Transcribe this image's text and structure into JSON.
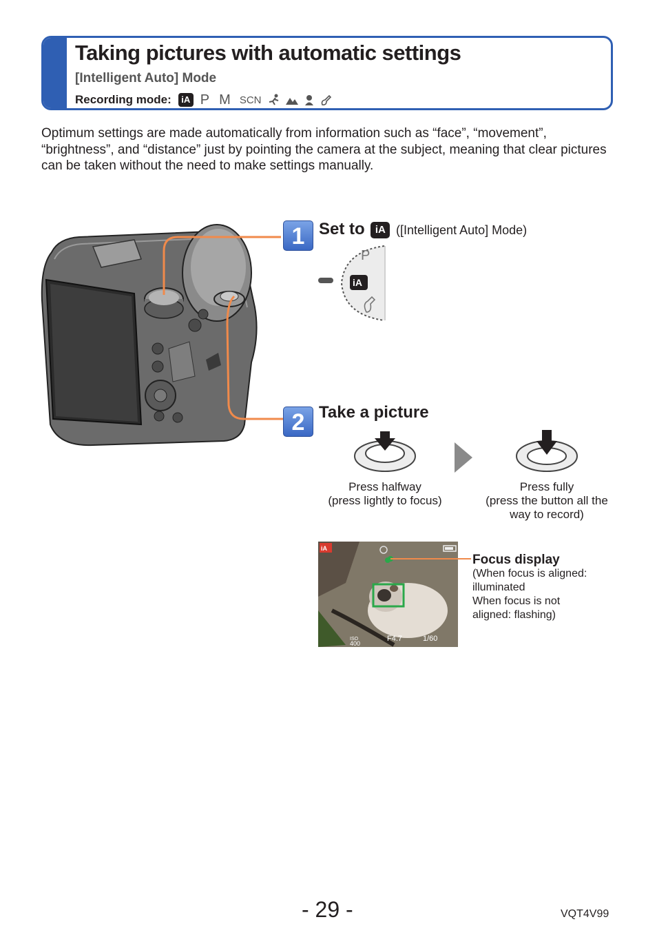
{
  "header": {
    "title": "Taking pictures with automatic settings",
    "subtitle": "[Intelligent Auto] Mode",
    "recording_mode_label": "Recording mode:",
    "modes": [
      "iA",
      "P",
      "M",
      "SCN"
    ]
  },
  "intro": "Optimum settings are made automatically from information such as “face”, “movement”, “brightness”, and “distance” just by pointing the camera at the subject, meaning that clear pictures can be taken without the need to make settings manually.",
  "steps": [
    {
      "number": "1",
      "title": "Set to",
      "icon_label": "iA",
      "note": "([Intelligent Auto] Mode)"
    },
    {
      "number": "2",
      "title": "Take a picture"
    }
  ],
  "dial": {
    "labels": [
      "P",
      "iA"
    ]
  },
  "shutter": {
    "halfway_caption_1": "Press halfway",
    "halfway_caption_2": "(press lightly to focus)",
    "fully_caption_1": "Press fully",
    "fully_caption_2": "(press the button all the",
    "fully_caption_3": "way to record)"
  },
  "lcd": {
    "mode_icon": "iA",
    "iso_label": "ISO",
    "iso_value": "400",
    "aperture": "F4.7",
    "shutter_speed": "1/60"
  },
  "focus": {
    "title": "Focus display",
    "line1": "(When focus is aligned:",
    "line2": "illuminated",
    "line3": "When focus is not",
    "line4": "aligned: flashing)"
  },
  "footer": {
    "page_number": "- 29 -",
    "model_code": "VQT4V99"
  },
  "colors": {
    "header_blue": "#2f5fb3",
    "leader_orange": "#f08a4b",
    "focus_green": "#2aa84a"
  }
}
